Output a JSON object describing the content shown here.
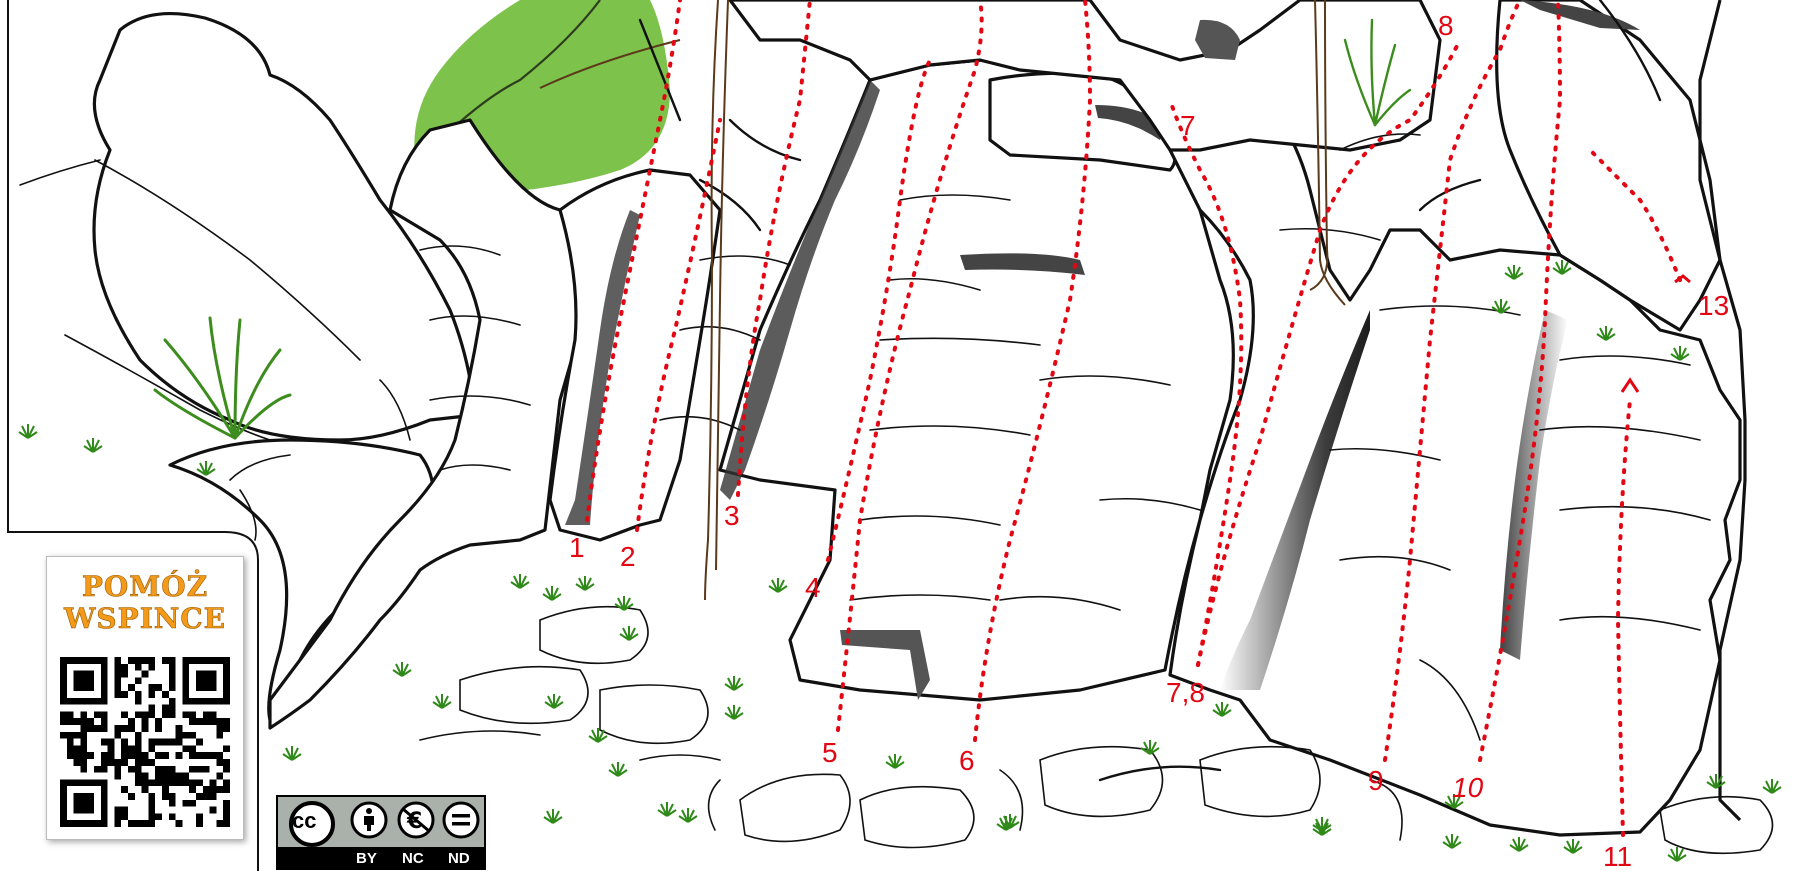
{
  "topo": {
    "routes": [
      {
        "id": "r1",
        "label": "1"
      },
      {
        "id": "r2",
        "label": "2"
      },
      {
        "id": "r3",
        "label": "3"
      },
      {
        "id": "r4",
        "label": "4"
      },
      {
        "id": "r5",
        "label": "5"
      },
      {
        "id": "r6",
        "label": "6"
      },
      {
        "id": "r7",
        "label": "7"
      },
      {
        "id": "r78",
        "label": "7,8"
      },
      {
        "id": "r8",
        "label": "8"
      },
      {
        "id": "r9",
        "label": "9"
      },
      {
        "id": "r10",
        "label": "10"
      },
      {
        "id": "r11",
        "label": "11"
      },
      {
        "id": "r13",
        "label": "13"
      }
    ],
    "route_color": "#e30613",
    "vegetation_color": "#7dc24b"
  },
  "qr_panel": {
    "title_line1": "POMÓŻ",
    "title_line2": "WSPINCE",
    "title_color": "#f39a1b"
  },
  "license": {
    "logo_text": "cc",
    "labels": [
      "BY",
      "NC",
      "ND"
    ],
    "background": "#aab1aa"
  }
}
